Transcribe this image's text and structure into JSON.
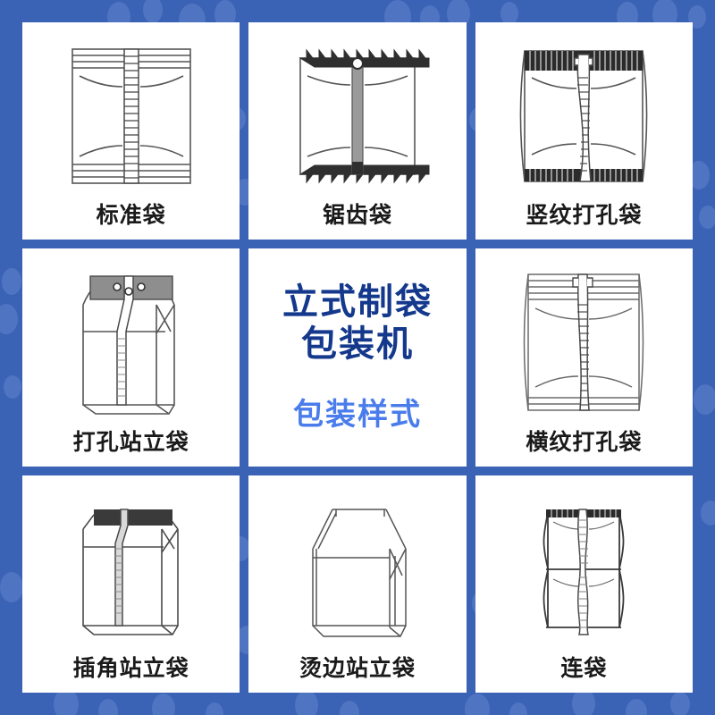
{
  "theme": {
    "background_blue": "#3a62b5",
    "cell_background": "#ffffff",
    "label_color": "#1a1a1a",
    "promo_dark_blue": "#13388c",
    "promo_light_blue": "#4a7ceb",
    "line_art_color": "#4a4a4a"
  },
  "promo": {
    "line1": "立式制袋",
    "line2": "包装机",
    "line3": "包装样式"
  },
  "cells": [
    {
      "id": "standard-bag",
      "label": "标准袋",
      "icon": "pillow-bag-back-seal"
    },
    {
      "id": "sawtooth-bag",
      "label": "锯齿袋",
      "icon": "sawtooth-edge-bag"
    },
    {
      "id": "vertical-stripe-bag",
      "label": "竖纹打孔袋",
      "icon": "vertical-stripe-perforated-bag"
    },
    {
      "id": "perforated-standup",
      "label": "打孔站立袋",
      "icon": "stand-up-pouch-with-holes"
    },
    {
      "id": "promo",
      "label": "",
      "icon": "promo-text"
    },
    {
      "id": "horizontal-stripe",
      "label": "横纹打孔袋",
      "icon": "horizontal-stripe-perforated-bag"
    },
    {
      "id": "gusset-standup",
      "label": "插角站立袋",
      "icon": "gusseted-stand-up-bag"
    },
    {
      "id": "sealed-edge-standup",
      "label": "烫边站立袋",
      "icon": "sealed-edge-stand-up-bag"
    },
    {
      "id": "chain-bag",
      "label": "连袋",
      "icon": "continuous-chain-bag"
    }
  ]
}
